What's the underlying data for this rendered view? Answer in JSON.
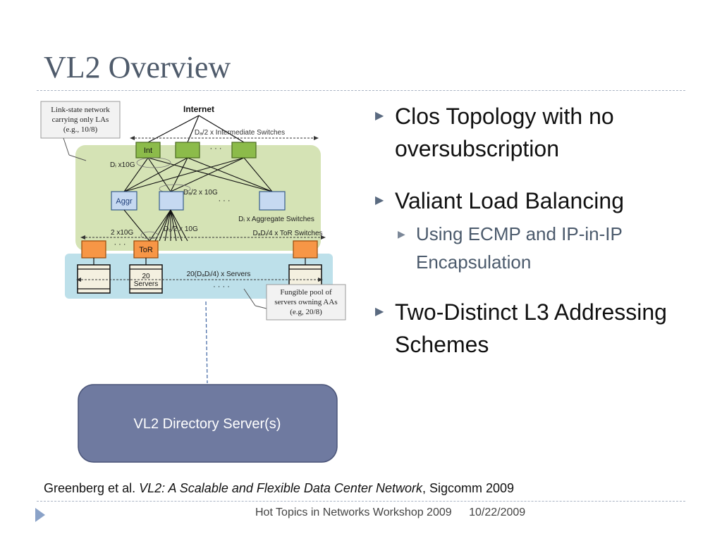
{
  "slide": {
    "title": "VL2 Overview",
    "bullets": [
      {
        "text": "Clos Topology with no oversubscription"
      },
      {
        "text": "Valiant Load Balancing",
        "sub": "Using ECMP and IP-in-IP Encapsulation"
      },
      {
        "text": "Two-Distinct L3 Addressing Schemes"
      }
    ],
    "citation": {
      "author": "Greenberg et al. ",
      "paper": "VL2: A Scalable and Flexible Data Center Network",
      "venue": ", Sigcomm 2009"
    },
    "footer": {
      "event": "Hot Topics in Networks Workshop 2009",
      "date": "10/22/2009"
    }
  },
  "diagram": {
    "internet": "Internet",
    "callout_top": [
      "Link-state network",
      "carrying only LAs",
      "(e.g., 10/8)"
    ],
    "int_label": "Int",
    "aggr_label": "Aggr",
    "tor_label": "ToR",
    "intermediate_caption": "Dₐ/2 x Intermediate Switches",
    "di_x10g": "Dᵢ x10G",
    "da2_10g": "Dₐ/2 x 10G",
    "aggregate_caption": "Dᵢ x Aggregate Switches",
    "x2_10g": "2 x10G",
    "da2_10g_b": "Dₐ/2 x 10G",
    "tor_caption": "DₐDᵢ/4  x  ToR Switches",
    "servers_caption": "20(DₐDᵢ/4) x Servers",
    "rack_label": [
      "20",
      "Servers"
    ],
    "callout_bottom": [
      "Fungible pool of",
      "servers owning AAs",
      "(e.g, 20/8)"
    ],
    "ellipsis": "· · ·",
    "ellipsis4": "· · · ·",
    "directory": "VL2 Directory Server(s)"
  },
  "colors": {
    "green_bg": "#d5e3b5",
    "blue_bg": "#bde0ea",
    "int_fill": "#8cbb4a",
    "aggr_fill": "#c6d9f1",
    "tor_fill": "#f79646",
    "directory_fill": "#6f7aa0"
  }
}
